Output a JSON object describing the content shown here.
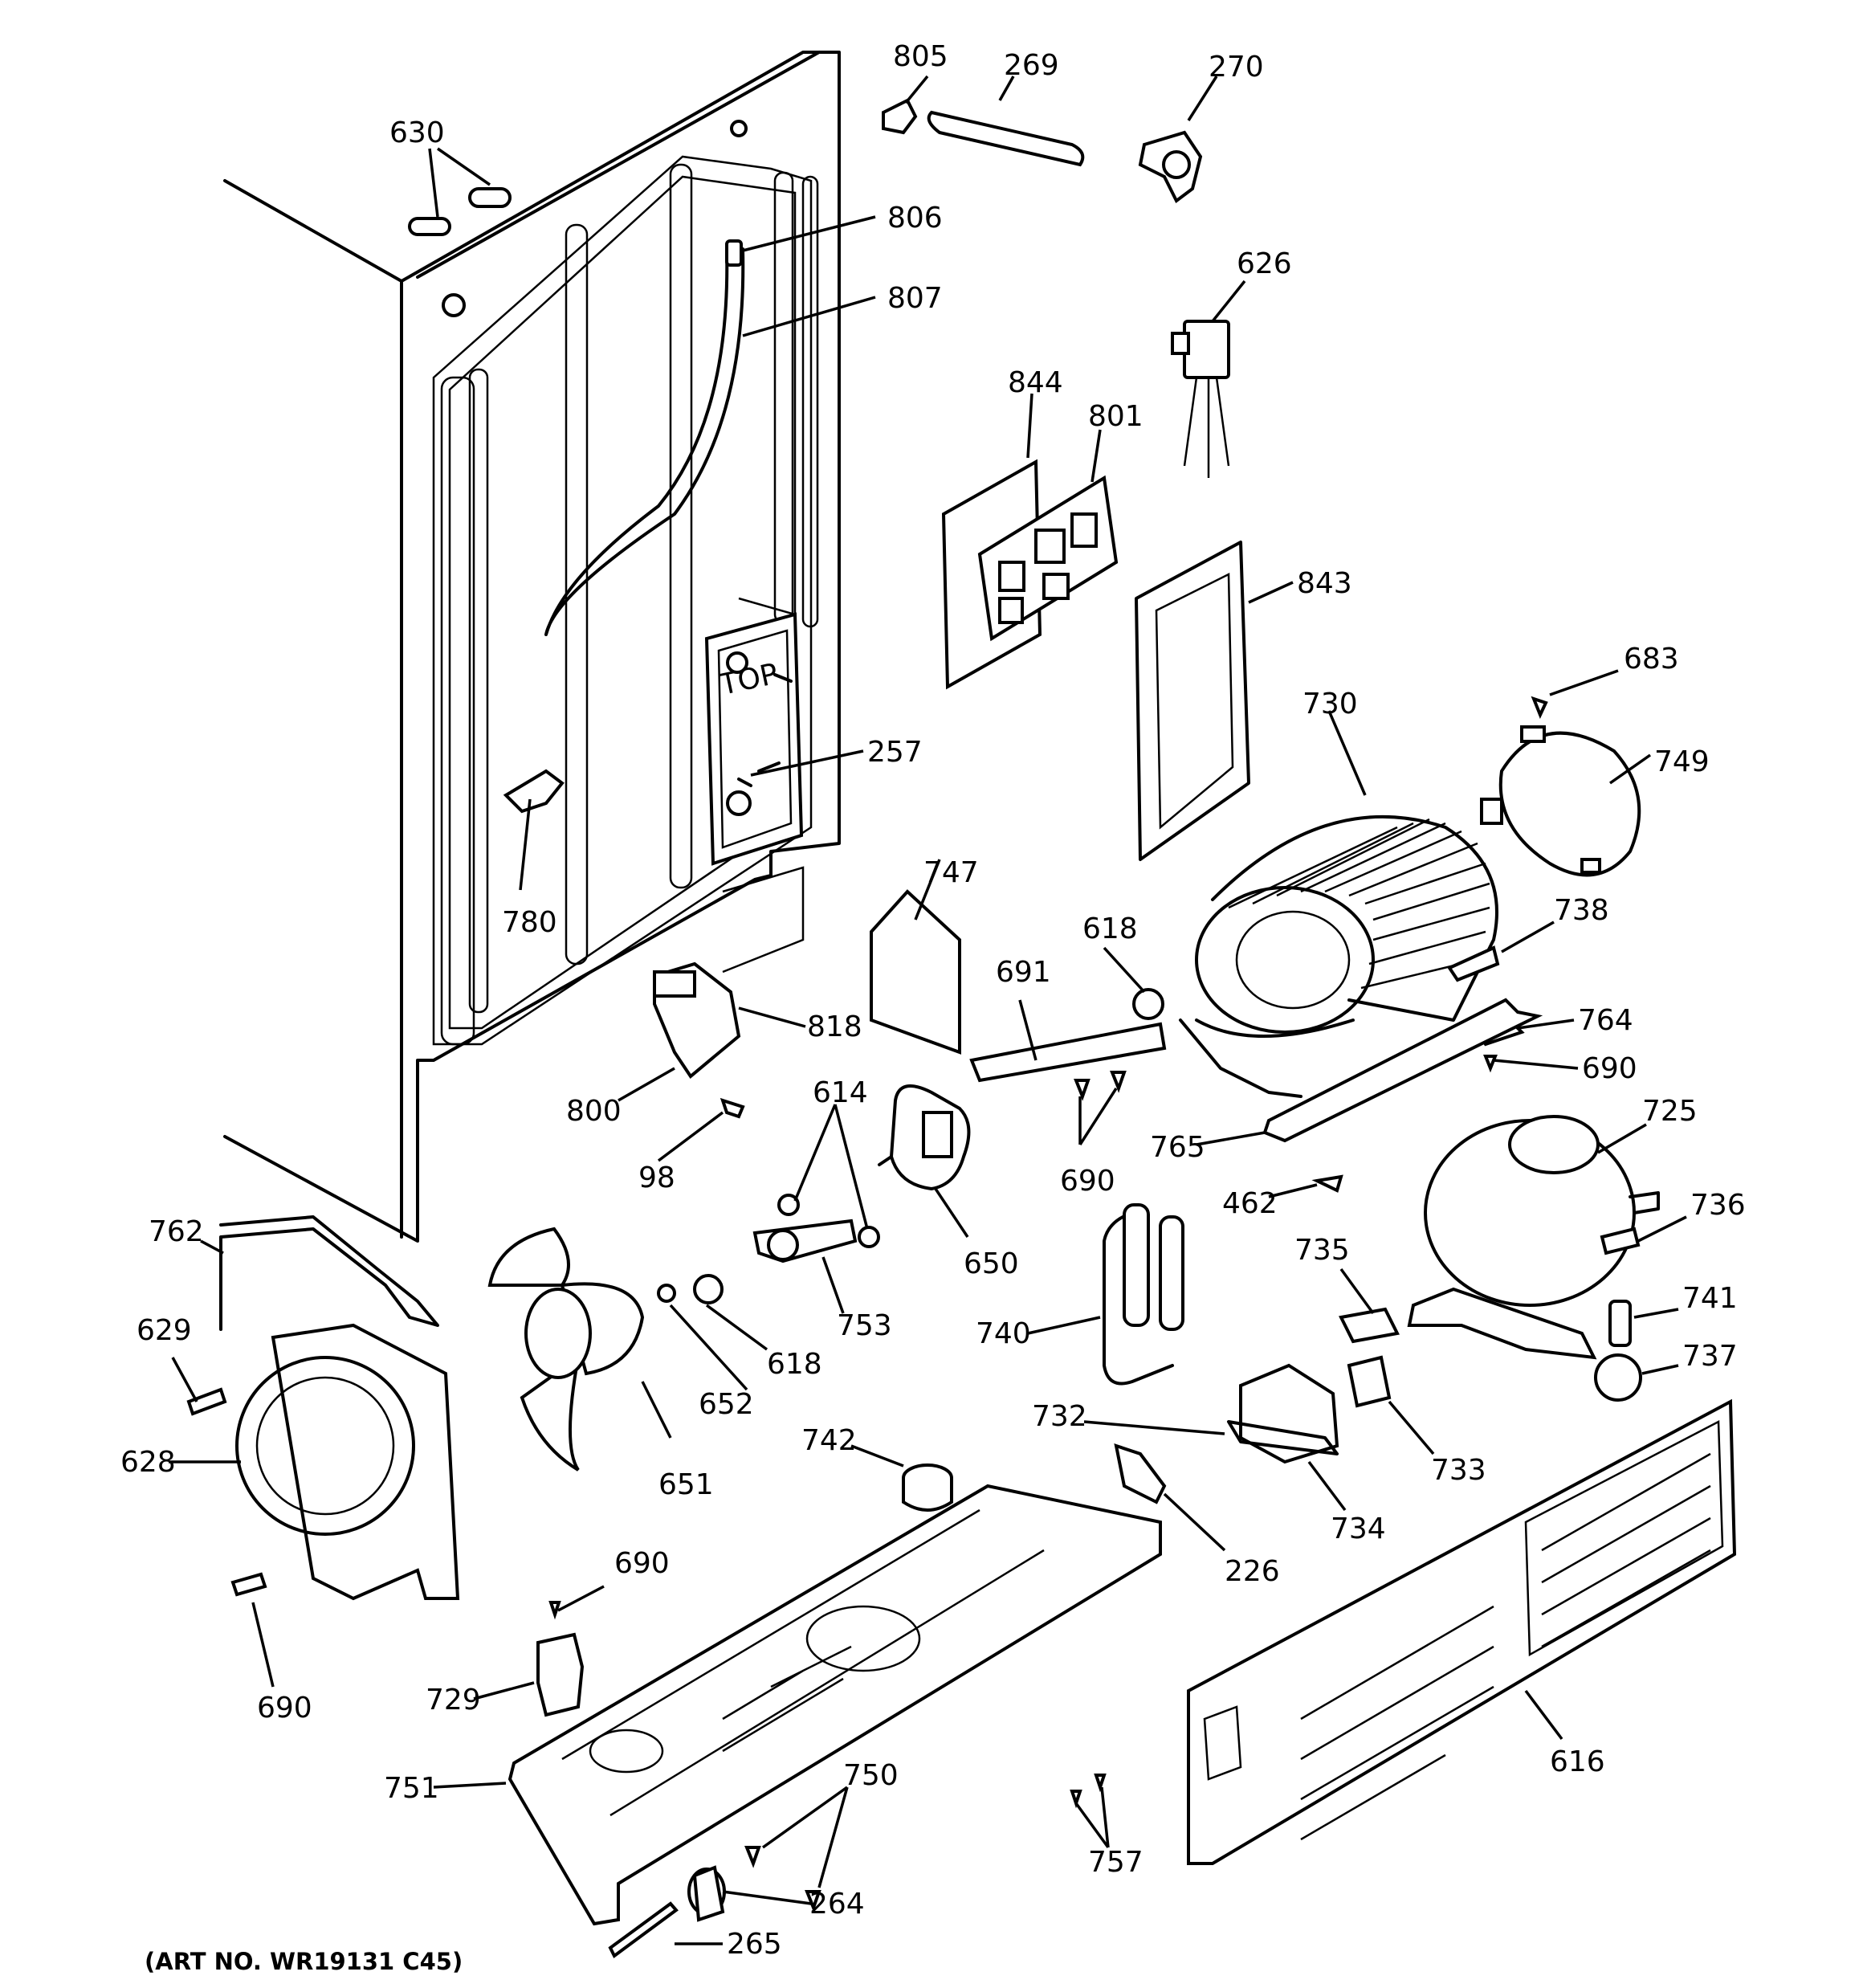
{
  "art_number": "(ART NO. WR19131 C45)",
  "callouts": {
    "c805": "805",
    "c269": "269",
    "c270": "270",
    "c630": "630",
    "c806": "806",
    "c807": "807",
    "c626": "626",
    "c844": "844",
    "c801": "801",
    "c843": "843",
    "c683": "683",
    "c730": "730",
    "c749": "749",
    "c257": "257",
    "c780": "780",
    "c747": "747",
    "c618a": "618",
    "c691": "691",
    "c738": "738",
    "c764": "764",
    "c690a": "690",
    "c818": "818",
    "c614": "614",
    "c800": "800",
    "c98": "98",
    "c650": "650",
    "c690b": "690",
    "c765": "765",
    "c725": "725",
    "c462": "462",
    "c736": "736",
    "c762": "762",
    "c735": "735",
    "c629": "629",
    "c741": "741",
    "c740": "740",
    "c753": "753",
    "c652": "652",
    "c618b": "618",
    "c737": "737",
    "c628": "628",
    "c732": "732",
    "c733": "733",
    "c742": "742",
    "c651": "651",
    "c734": "734",
    "c226": "226",
    "c690c": "690",
    "c690d": "690",
    "c729": "729",
    "c616": "616",
    "c751": "751",
    "c750": "750",
    "c757": "757",
    "c264": "264",
    "c265": "265"
  }
}
